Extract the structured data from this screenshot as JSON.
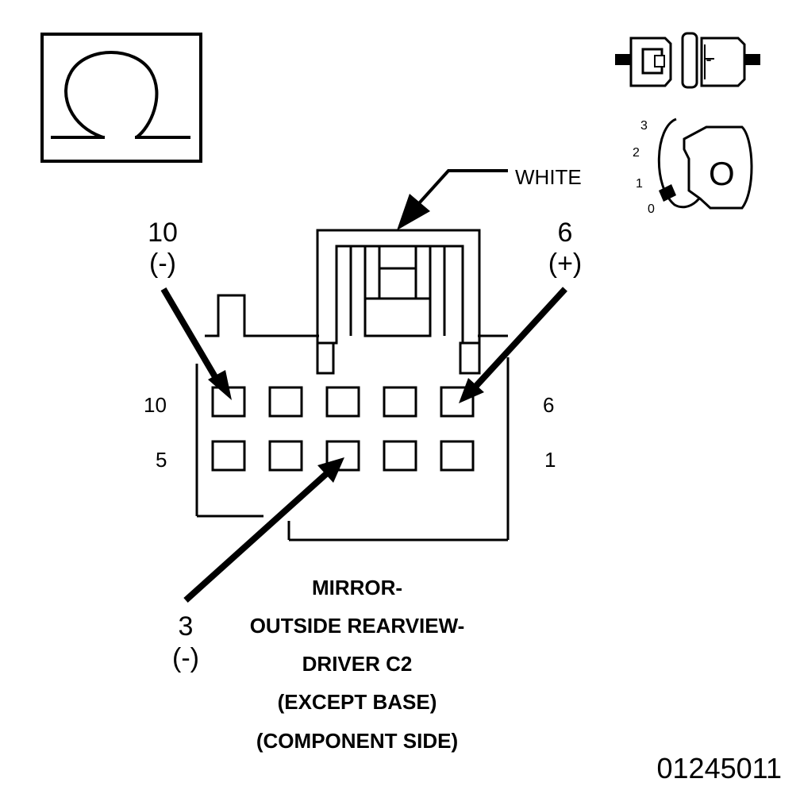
{
  "meter_symbol": "ohm-icon",
  "connector_color_label": "WHITE",
  "callouts": {
    "pin10": {
      "number": "10",
      "polarity": "(-)"
    },
    "pin6": {
      "number": "6",
      "polarity": "(+)"
    },
    "pin3": {
      "number": "3",
      "polarity": "(-)"
    }
  },
  "row_labels": {
    "top_left": "10",
    "top_right": "6",
    "bottom_left": "5",
    "bottom_right": "1"
  },
  "ignition_switch": {
    "positions": [
      "3",
      "2",
      "1",
      "0"
    ],
    "key_label": "O"
  },
  "caption": {
    "line1": "MIRROR-",
    "line2": "OUTSIDE REARVIEW-",
    "line3": "DRIVER C2",
    "line4": "(EXCEPT BASE)",
    "line5": "(COMPONENT SIDE)"
  },
  "figure_code": "01245011",
  "connector_status_label": "-"
}
